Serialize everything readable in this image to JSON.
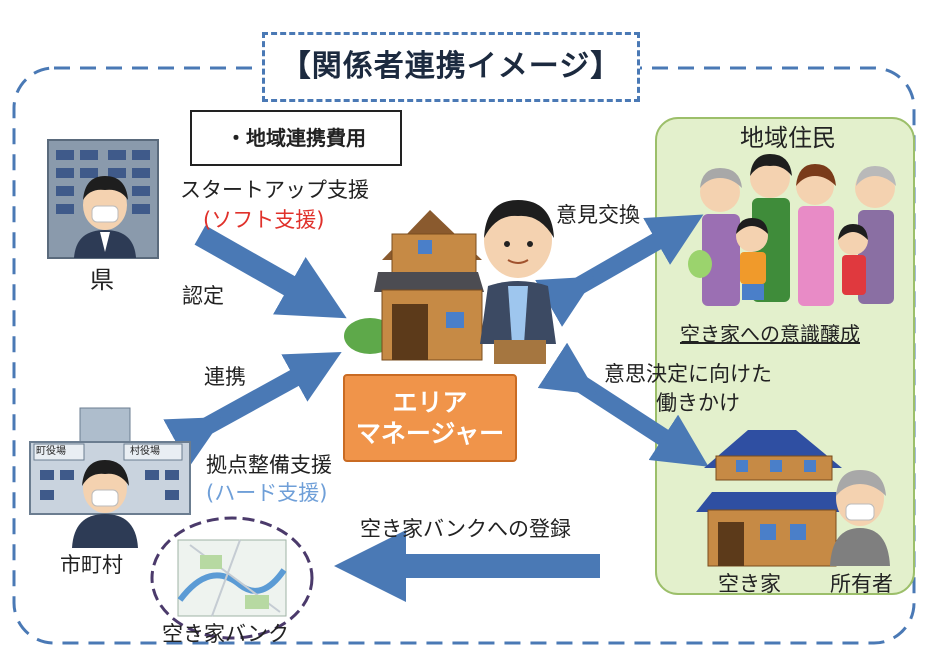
{
  "title": "【関係者連携イメージ】",
  "cost_box": "・地域連携費用",
  "labels": {
    "prefecture": "県",
    "municipality": "市町村",
    "startup_support": "スタートアップ支援",
    "soft_support": "(ソフト支援)",
    "certification": "認定",
    "cooperation": "連携",
    "base_support": "拠点整備支援",
    "hard_support": "(ハード支援)",
    "opinion_exchange": "意見交換",
    "residents": "地域住民",
    "awareness": "空き家への意識醸成",
    "decision_line1": "意思決定に向けた",
    "decision_line2": "働きかけ",
    "vacant_house": "空き家",
    "owner": "所有者",
    "bank_registration": "空き家バンクへの登録",
    "vacant_bank": "空き家バンク",
    "area_manager_line1": "エリア",
    "area_manager_line2": "マネージャー",
    "town_office": "町役場",
    "village_office": "村役場"
  },
  "colors": {
    "arrow": "#4a79b5",
    "frame_dash": "#4a79b5",
    "residents_panel": "#e3f0cc",
    "area_manager_box": "#f0944a",
    "soft_support_text": "#e0312b",
    "hard_support_text": "#6f9fd8"
  },
  "icons": [
    "office-building-icon",
    "city-hall-icon",
    "house-icon",
    "person-icon",
    "family-icon",
    "map-icon"
  ]
}
